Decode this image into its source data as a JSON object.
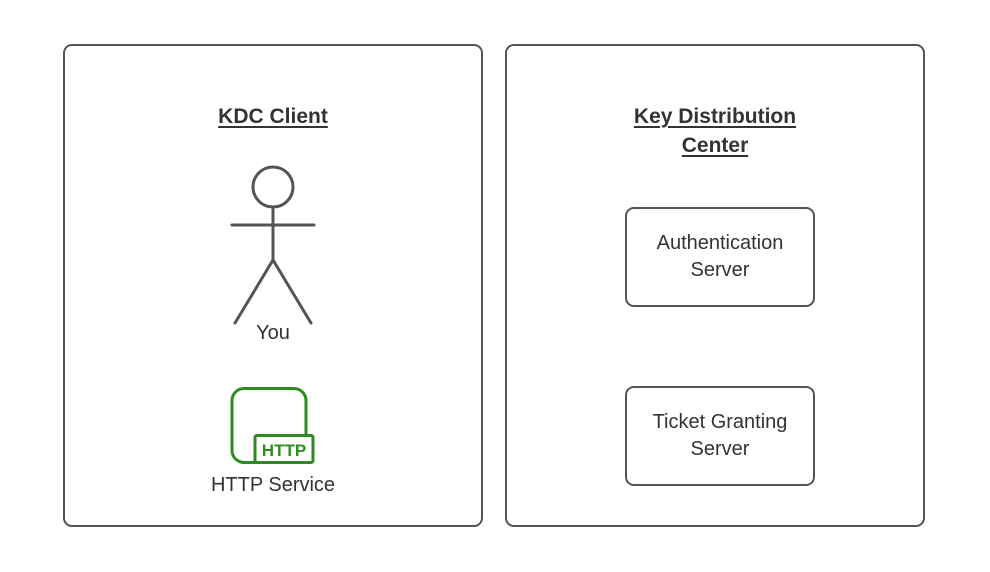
{
  "colors": {
    "border": "#545454",
    "text": "#333333",
    "accent_green": "#2E8B22"
  },
  "left_panel": {
    "title": "KDC Client",
    "actor_label": "You",
    "service_badge": "HTTP",
    "service_label": "HTTP Service"
  },
  "right_panel": {
    "title": "Key Distribution Center",
    "boxes": [
      {
        "label": "Authentication Server"
      },
      {
        "label": "Ticket Granting Server"
      }
    ]
  }
}
